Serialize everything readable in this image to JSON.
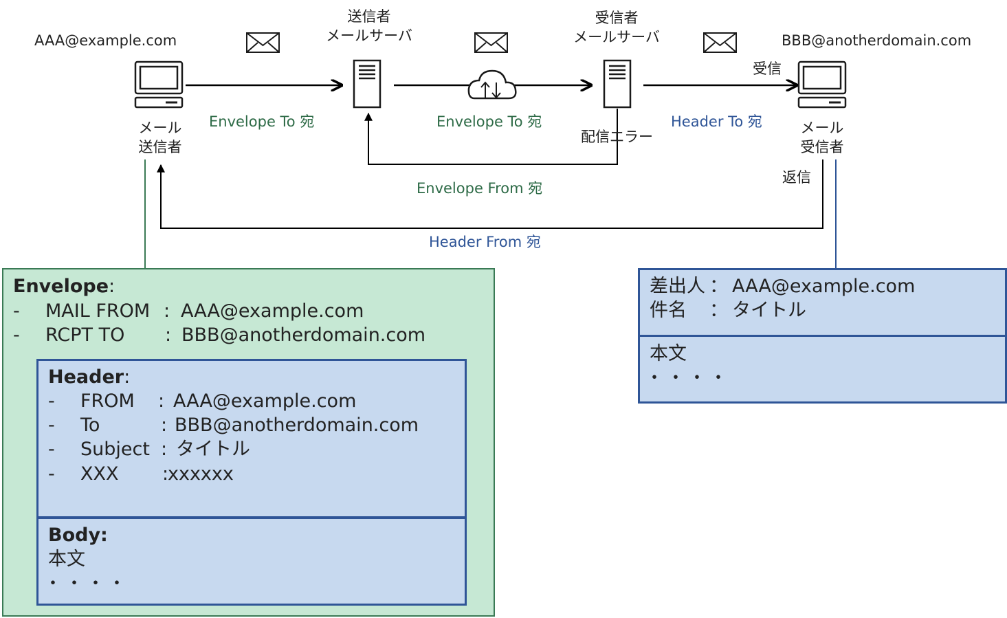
{
  "flow": {
    "sender_address": "AAA@example.com",
    "recipient_address": "BBB@anotherdomain.com",
    "sender_label_line1": "メール",
    "sender_label_line2": "送信者",
    "sender_server_line1": "送信者",
    "sender_server_line2": "メールサーバ",
    "recipient_server_line1": "受信者",
    "recipient_server_line2": "メールサーバ",
    "recipient_label_line1": "メール",
    "recipient_label_line2": "受信者",
    "envelope_to_1": "Envelope To 宛",
    "envelope_to_2": "Envelope To 宛",
    "header_to": "Header To 宛",
    "receive_label": "受信",
    "delivery_error_label": "配信エラー",
    "envelope_from": "Envelope From 宛",
    "reply_label": "返信",
    "header_from": "Header From 宛"
  },
  "envelope_box": {
    "title": "Envelope",
    "colon": ":",
    "rows": [
      {
        "dash": "-",
        "key": "MAIL FROM",
        "sep": ":",
        "value": "AAA@example.com"
      },
      {
        "dash": "-",
        "key": "RCPT  TO",
        "sep": ":",
        "value": "BBB@anotherdomain.com"
      }
    ]
  },
  "header_box": {
    "title": "Header",
    "colon": ":",
    "rows": [
      {
        "dash": "-",
        "key": "FROM",
        "sep": ":",
        "value": "AAA@example.com"
      },
      {
        "dash": "-",
        "key": "To",
        "sep": ":",
        "value": "BBB@anotherdomain.com"
      },
      {
        "dash": "-",
        "key": "Subject",
        "sep": ":",
        "value": "タイトル"
      },
      {
        "dash": "-",
        "key": "XXX",
        "sep": ":",
        "value": "xxxxxx"
      }
    ]
  },
  "body_box": {
    "title": "Body:",
    "text": "本文",
    "dots": "・・・・"
  },
  "recipient_view": {
    "from_key": "差出人",
    "from_sep": "：",
    "from_value": "AAA@example.com",
    "subject_key": "件名",
    "subject_sep": "：",
    "subject_value": "タイトル",
    "body_text": "本文",
    "body_dots": "・・・・"
  },
  "colors": {
    "envelope_fill": "#c6e8d4",
    "envelope_border": "#3a7a55",
    "header_fill": "#c7d9ef",
    "header_border": "#2f5597",
    "envelope_text": "#2e6b47",
    "header_text": "#2f5597"
  },
  "icons": [
    "pc-icon",
    "server-icon",
    "cloud-icon",
    "mail-envelope-icon"
  ]
}
